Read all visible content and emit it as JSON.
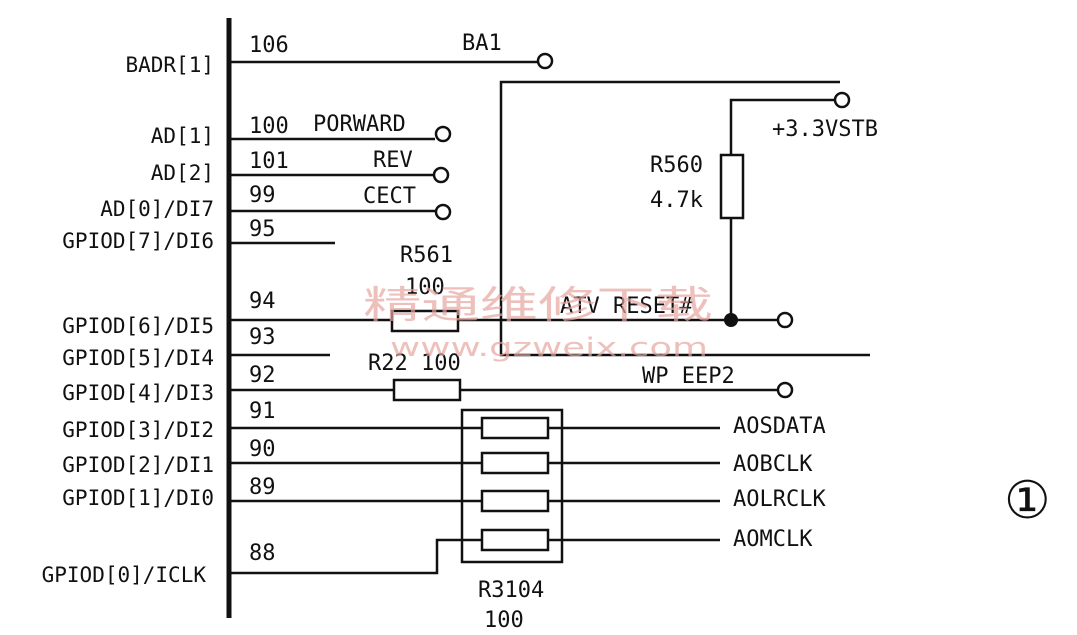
{
  "left_signals": [
    "BADR[1]",
    "AD[1]",
    "AD[2]",
    "AD[0]/DI7",
    "GPIOD[7]/DI6",
    "GPIOD[6]/DI5",
    "GPIOD[5]/DI4",
    "GPIOD[4]/DI3",
    "GPIOD[3]/DI2",
    "GPIOD[2]/DI1",
    "GPIOD[1]/DI0",
    "GPIOD[0]/ICLK"
  ],
  "pins": [
    "106",
    "100",
    "101",
    "99",
    "95",
    "94",
    "93",
    "92",
    "91",
    "90",
    "89",
    "88"
  ],
  "net_labels": {
    "ba1": "BA1",
    "forward": "PORWARD",
    "rev": "REV",
    "cect": "CECT",
    "vstb": "+3.3VSTB",
    "atv_reset": "ATV RESET#",
    "wp_eep2": "WP EEP2",
    "aosdata": "AOSDATA",
    "aobclk": "AOBCLK",
    "aolrclk": "AOLRCLK",
    "aomclk": "AOMCLK"
  },
  "components": {
    "r560_name": "R560",
    "r560_value": "4.7k",
    "r561_name": "R561",
    "r561_value": "100",
    "r22_label": "R22 100",
    "r3104_name": "R3104",
    "r3104_value": "100"
  },
  "watermark": {
    "cn": "精通维修下载",
    "url": "www.gzweix.com"
  },
  "figure_number": "①"
}
